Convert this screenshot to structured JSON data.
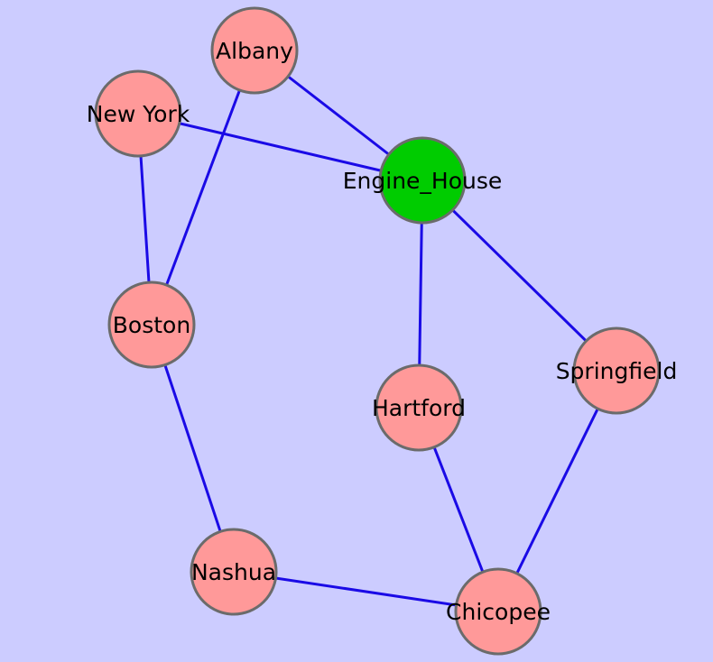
{
  "graph": {
    "colors": {
      "background": "#ccccff",
      "edge": "#1a0ae6",
      "node_default": "#ff9999",
      "node_highlight": "#00cc00",
      "node_border": "#6b6b6b"
    },
    "nodes": [
      {
        "id": "albany",
        "label": "Albany",
        "highlight": false
      },
      {
        "id": "new-york",
        "label": "New York",
        "highlight": false
      },
      {
        "id": "engine-house",
        "label": "Engine_House",
        "highlight": true
      },
      {
        "id": "boston",
        "label": "Boston",
        "highlight": false
      },
      {
        "id": "springfield",
        "label": "Springfield",
        "highlight": false
      },
      {
        "id": "hartford",
        "label": "Hartford",
        "highlight": false
      },
      {
        "id": "nashua",
        "label": "Nashua",
        "highlight": false
      },
      {
        "id": "chicopee",
        "label": "Chicopee",
        "highlight": false
      }
    ],
    "edges": [
      {
        "from": "albany",
        "to": "engine-house"
      },
      {
        "from": "albany",
        "to": "boston"
      },
      {
        "from": "new-york",
        "to": "engine-house"
      },
      {
        "from": "new-york",
        "to": "boston"
      },
      {
        "from": "engine-house",
        "to": "hartford"
      },
      {
        "from": "engine-house",
        "to": "springfield"
      },
      {
        "from": "boston",
        "to": "nashua"
      },
      {
        "from": "hartford",
        "to": "chicopee"
      },
      {
        "from": "springfield",
        "to": "chicopee"
      },
      {
        "from": "nashua",
        "to": "chicopee"
      }
    ]
  }
}
